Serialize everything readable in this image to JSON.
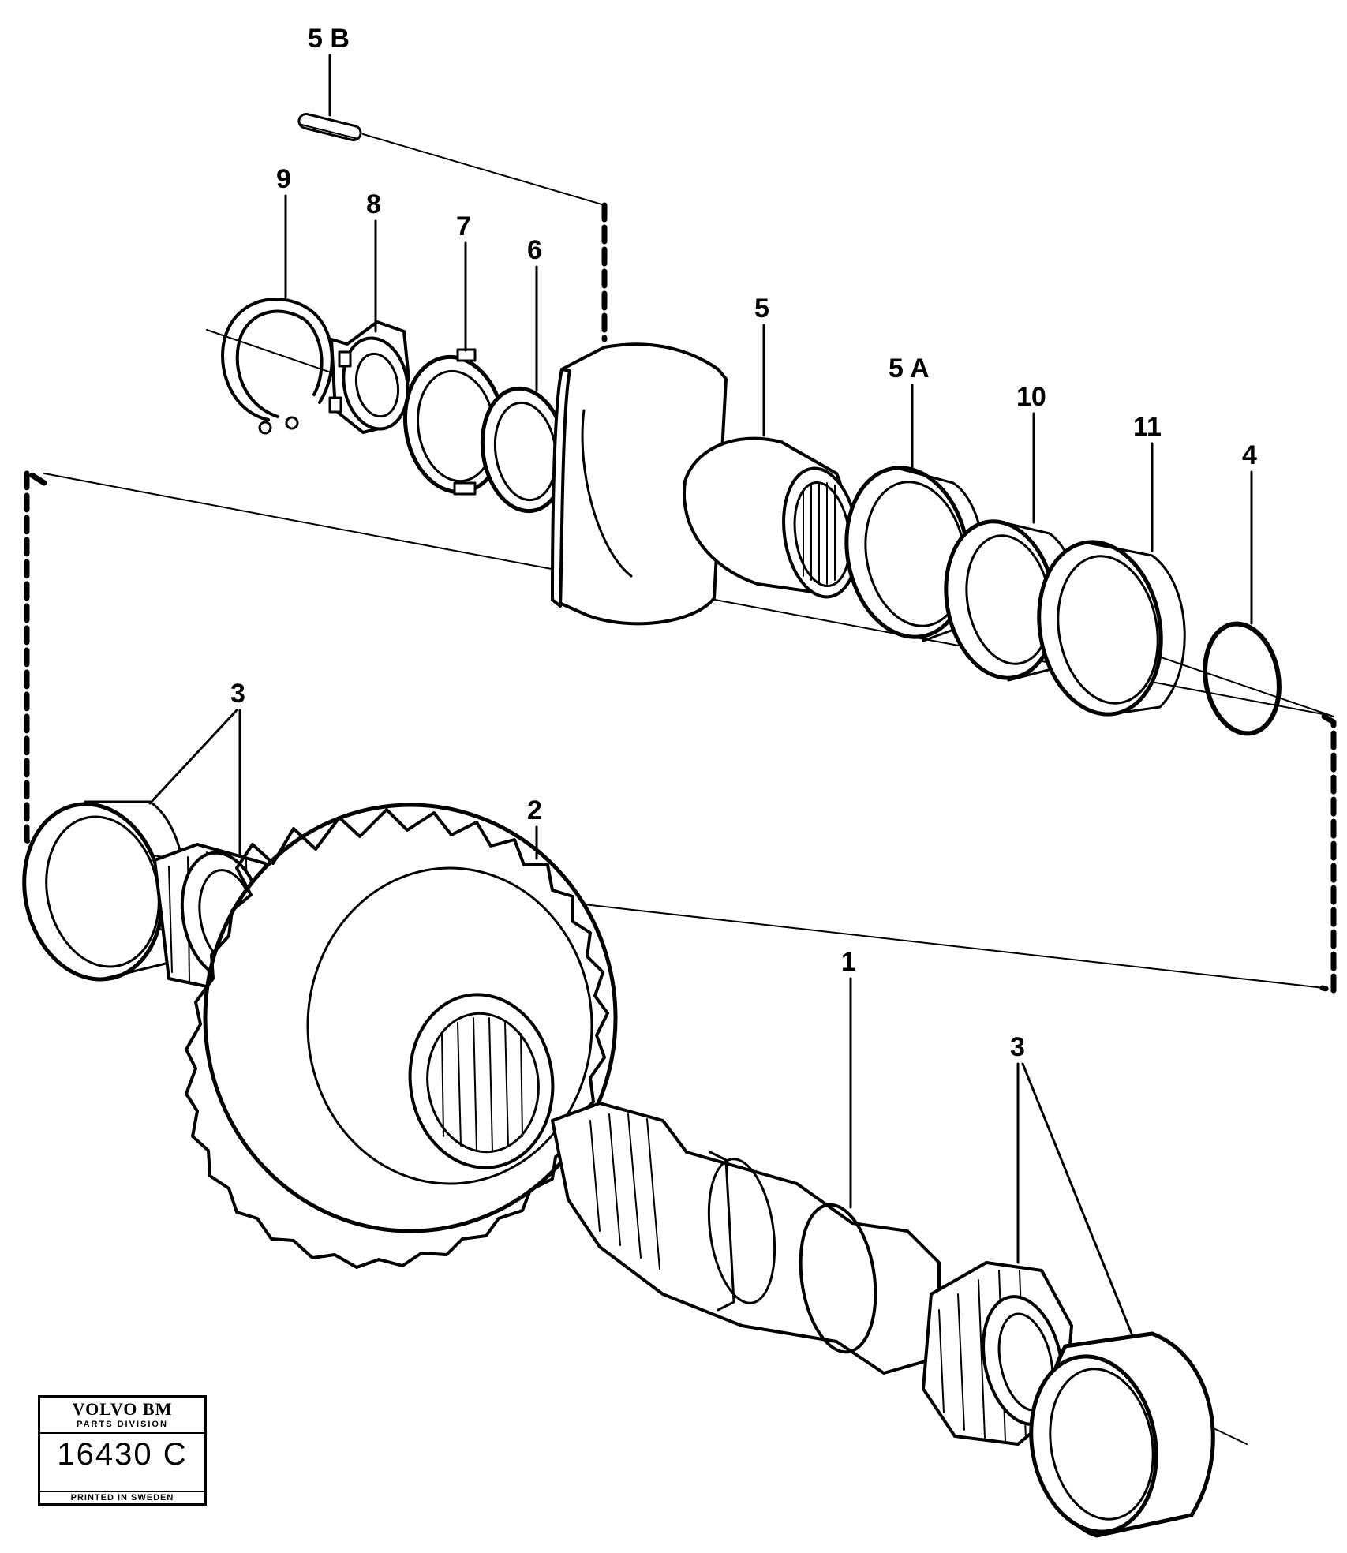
{
  "callouts": {
    "c5b": "5 B",
    "c9": "9",
    "c8": "8",
    "c7": "7",
    "c6": "6",
    "c5": "5",
    "c5a": "5 A",
    "c10": "10",
    "c11": "11",
    "c4": "4",
    "c3_left": "3",
    "c2": "2",
    "c1": "1",
    "c3_right": "3"
  },
  "title_block": {
    "brand": "VOLVO BM",
    "division": "PARTS DIVISION",
    "drawing_number": "16430 C",
    "printed": "PRINTED IN SWEDEN"
  }
}
